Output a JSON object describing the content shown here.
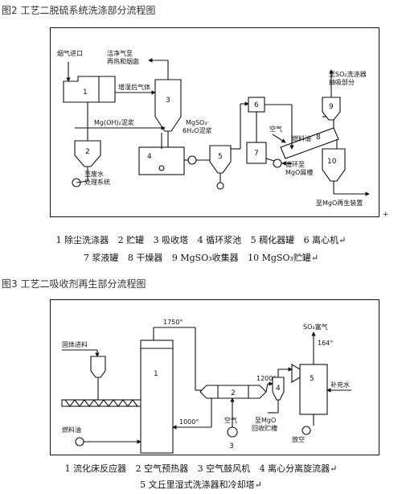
{
  "fig2": {
    "caption": "图2 工艺二脱硫系统洗涤部分流程图",
    "labels": {
      "flue_inlet": "烟气进口",
      "clean_gas_1": "洁净气至",
      "clean_gas_2": "再热和烟囱",
      "humid_gas": "增湿后气体",
      "mgoh_slurry": "Mg(OH)₂泥浆",
      "mgso3_1": "MgSO₃·",
      "mgso3_2": "6H₂O泥浆",
      "to_so2_scrubber_1": "至SO₂洗涤器",
      "to_so2_scrubber_2": "抽吸部分",
      "air": "空气",
      "fuel_oil": "燃料油",
      "recycle_1": "循环至",
      "recycle_2": "MgO屑槽",
      "waste_water_1": "至废水",
      "waste_water_2": "处理系统",
      "to_regen": "至MgO再生装置",
      "plus": "+"
    },
    "numbers": [
      "1",
      "2",
      "3",
      "4",
      "5",
      "6",
      "7",
      "8",
      "9",
      "10"
    ],
    "legend_line1": [
      "1 除尘洗涤器",
      "2 贮罐",
      "3 吸收塔",
      "4 循环浆池",
      "5 稠化器罐",
      "6 离心机↵"
    ],
    "legend_line2": [
      "7 浆液罐",
      "8 干燥器",
      "9 MgSO₃收集器",
      "10 MgSO₃贮罐↵"
    ]
  },
  "fig3": {
    "caption": "图3 工艺二吸收剂再生部分流程图",
    "labels": {
      "solid_feed": "固体进料",
      "fuel_oil": "燃料油",
      "t1750": "1750°",
      "t1000": "1000°",
      "t1200": "1200°",
      "air": "空气",
      "so3_gas": "SO₃富气",
      "t164": "164°",
      "makeup_water": "补充水",
      "to_mgo_1": "至MgO",
      "to_mgo_2": "回收贮槽",
      "vent": "放空"
    },
    "numbers": [
      "1",
      "2",
      "3",
      "4",
      "5"
    ],
    "legend_line1": [
      "1 流化床反应器",
      "2 空气预热器",
      "3 空气鼓风机",
      "4 离心分离旋流器↵"
    ],
    "legend_line2": [
      "5 文丘里湿式洗涤器和冷却塔↵"
    ]
  }
}
